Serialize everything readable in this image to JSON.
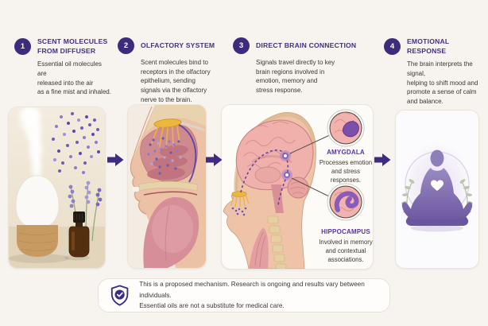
{
  "colors": {
    "background": "#f7f3ee",
    "accent_purple": "#3d2b7d",
    "heading_purple": "#44307f",
    "callout_label_purple": "#5632a8",
    "body_text": "#3e3733",
    "panel_background": "#fdfcf9"
  },
  "steps": [
    {
      "number": "1",
      "title_lines": [
        "SCENT MOLECULES",
        "FROM DIFFUSER"
      ],
      "description_lines": [
        "Essential oil molecules are",
        "released into the air",
        "as a fine mist and inhaled."
      ]
    },
    {
      "number": "2",
      "title_lines": [
        "OLFACTORY SYSTEM"
      ],
      "description_lines": [
        "Scent molecules bind to",
        "receptors in the olfactory",
        "epithelium, sending",
        "signals via the olfactory",
        "nerve to the brain."
      ]
    },
    {
      "number": "3",
      "title_lines": [
        "DIRECT BRAIN CONNECTION"
      ],
      "description_lines": [
        "Signals travel directly to key",
        "brain regions involved in",
        "emotion, memory and",
        "stress response."
      ]
    },
    {
      "number": "4",
      "title_lines": [
        "EMOTIONAL RESPONSE"
      ],
      "description_lines": [
        "The brain interprets the signal,",
        "helping to shift mood and",
        "promote a sense of calm",
        "and balance."
      ]
    }
  ],
  "brain_callouts": [
    {
      "label": "AMYGDALA",
      "description_lines": [
        "Processes emotion",
        "and stress",
        "responses."
      ]
    },
    {
      "label": "HIPPOCAMPUS",
      "description_lines": [
        "Involved in memory",
        "and contextual",
        "associations."
      ]
    }
  ],
  "disclaimer": {
    "lines": [
      "This is a proposed mechanism. Research is ongoing and results vary between individuals.",
      "Essential oils are not a substitute for medical care."
    ]
  }
}
